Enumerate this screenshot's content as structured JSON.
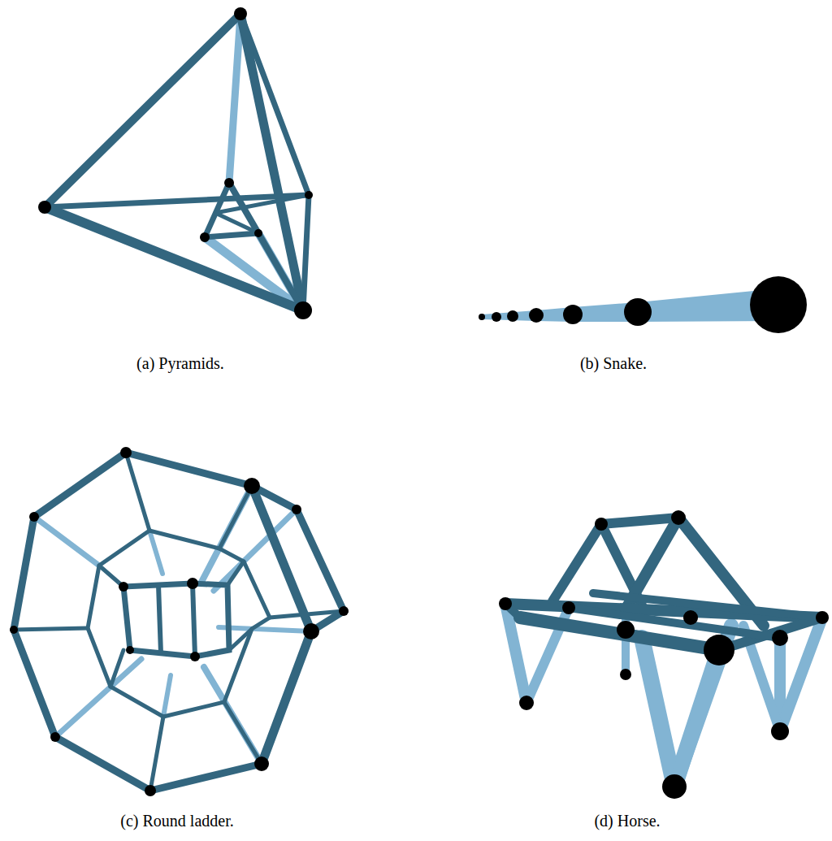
{
  "diagram": {
    "labels": [
      "(a) Pyramids.",
      "(b) Snake.",
      "(c) Round ladder.",
      "(d) Horse."
    ]
  }
}
